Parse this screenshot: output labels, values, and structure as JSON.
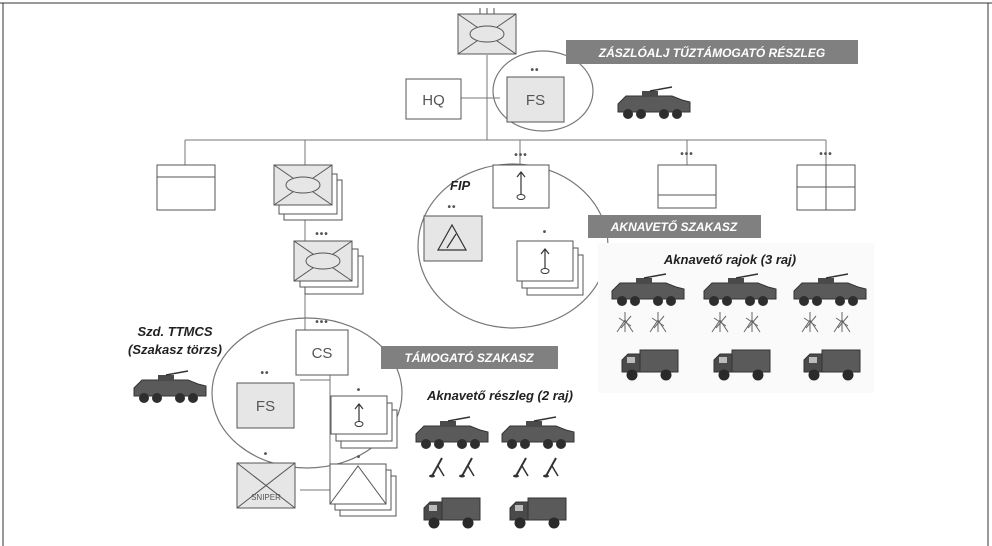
{
  "labels": {
    "battalion_fire_support": "ZÁSZLÓALJ TŰZTÁMOGATÓ RÉSZLEG",
    "hq": "HQ",
    "fs_top": "FS",
    "fip": "FIP",
    "mortar_platoon": "AKNAVETŐ SZAKASZ",
    "mortar_squads": "Aknavető rajok (3 raj)",
    "company_hq_line1": "Szd. TTMCS",
    "company_hq_line2": "(Szakasz törzs)",
    "cs": "CS",
    "support_platoon": "TÁMOGATÓ SZAKASZ",
    "fs_bottom": "FS",
    "mortar_section": "Aknavető részleg (2 raj)",
    "sniper": "SNIPER"
  },
  "echelon_marks": {
    "team": "••",
    "squad": "•",
    "platoon": "•••"
  },
  "colors": {
    "banner_bg": "#808080",
    "line": "#555555",
    "box_fill_shaded": "#e6e6e6",
    "vehicle": "#4a4a4a"
  }
}
